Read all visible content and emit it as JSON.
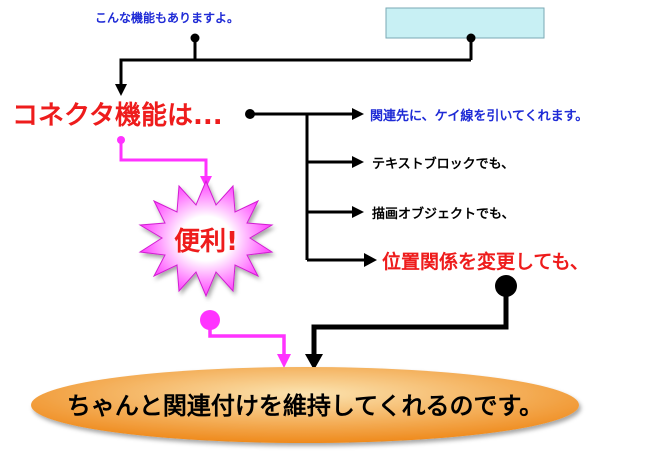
{
  "note": {
    "text": "こんな機能もありますよ。"
  },
  "title": {
    "text": "コネクタ機能は..."
  },
  "branches": [
    {
      "text": "関連先に、ケイ線を引いてくれます。"
    },
    {
      "text": "テキストブロックでも、"
    },
    {
      "text": "描画オブジェクトでも、"
    },
    {
      "text": "位置関係を変更しても、"
    }
  ],
  "burst": {
    "text": "便利!"
  },
  "result": {
    "text": "ちゃんと関連付けを維持してくれるのです。"
  },
  "colors": {
    "blue_text": "#1f2bd6",
    "red_text": "#ee1c1c",
    "magenta": "#ff33ff",
    "line": "#000000",
    "box_fill": "#c8f0f4",
    "burst_outer": "#ff22ff",
    "burst_inner": "#ffffff",
    "oval_light": "#fbe3b0",
    "oval_dark": "#ef8a1c"
  }
}
